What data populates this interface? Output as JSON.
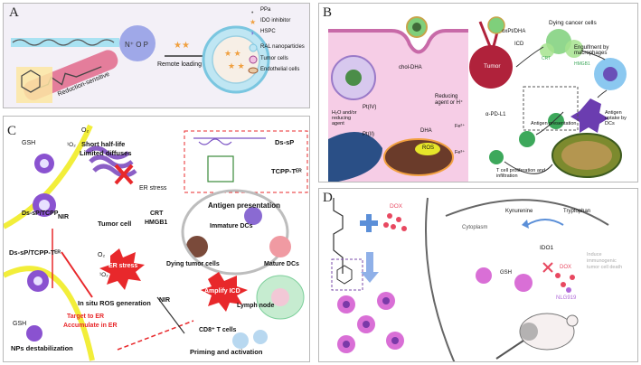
{
  "panels": {
    "a": {
      "label": "A",
      "legend": [
        "PPa",
        "IDO inhibitor",
        "HSPC",
        "RAL nanoparticles",
        "Tumor cells",
        "Endothelial cells"
      ],
      "reduction": "Reduction-sensitive",
      "loading": "Remote loading",
      "colors": {
        "bg": "#f3f0f7",
        "liposome": "#bfe6f3",
        "core": "#f4e0a5",
        "star": "#f0a040"
      }
    },
    "b": {
      "label": "B",
      "texts": {
        "nano": "oxPt/DHA",
        "icd": "ICD",
        "dying": "Dying cancer cells",
        "engulf": "Engulfment by macrophages",
        "tumor": "Tumor",
        "chol": "chol-DHA",
        "reducing": "Reducing agent or H⁺",
        "h2o": "H₂O and/or reducing agent",
        "pt4": "Pt(IV)",
        "pt2": "Pt(II)",
        "dha": "DHA",
        "ros": "ROS",
        "fe2": "Fe²⁺",
        "fe3": "Fe³⁺",
        "pdl1": "α-PD-L1",
        "antigen_uptake": "Antigen uptake by DCs",
        "antigen_pres": "Antigen presentation",
        "tcell": "T cell proliferation and infiltration",
        "calr": "CRT",
        "hmgb": "HMGB1"
      },
      "colors": {
        "cell": "#f6cde6",
        "nucleus": "#2a4f86",
        "tumor": "#b0223b"
      }
    },
    "c": {
      "label": "C",
      "texts": {
        "gsh_top": "GSH",
        "o2": "O₂",
        "singlet": "¹O₂",
        "short": "Short half-life",
        "limited": "Limited diffuses",
        "dssp_tcpp": "Ds-sP/TCPP",
        "nir_top": "NIR",
        "tumor_cell": "Tumor cell",
        "er_stress_top": "ER stress",
        "legend_dssp": "Ds-sP",
        "legend_tcpp": "TCPP-Tᴱᴿ",
        "dssp_tcpp_er": "Ds-sP/TCPP-Tᴱᴿ",
        "crt": "CRT",
        "hmgb1": "HMGB1",
        "antigen_pres": "Antigen presentation",
        "immature": "Immature DCs",
        "dying": "Dying tumor cells",
        "mature": "Mature DCs",
        "o2_b": "O₂",
        "singlet_b": "¹O₂",
        "er_stress_b": "ER stress",
        "amplify": "Amplify ICD",
        "in_situ": "In situ ROS generation",
        "gsh_b": "GSH",
        "target": "Target to ER",
        "accum": "Accumulate in ER",
        "nps": "NPs destabilization",
        "lymph": "Lymph node",
        "nir_b": "NIR",
        "cd8": "CD8⁺ T cells",
        "priming": "Priming and activation"
      },
      "colors": {
        "membrane": "#f2ee3a",
        "red": "#e8282b",
        "purple": "#7a52c4"
      }
    },
    "d": {
      "label": "D",
      "texts": {
        "dox": "DOX",
        "cytoplasm": "Cytoplasm",
        "kynurenine": "Kynurenine",
        "tryptophan": "Tryptophan",
        "ido1": "IDO1",
        "gsh": "GSH",
        "dox2": "DOX",
        "nlg": "NLG919",
        "induce": "Induce immunogenic tumor cell death"
      },
      "colors": {
        "nano": "#d96fd6",
        "drug": "#e84860",
        "plus": "#5b8fd8"
      }
    }
  }
}
